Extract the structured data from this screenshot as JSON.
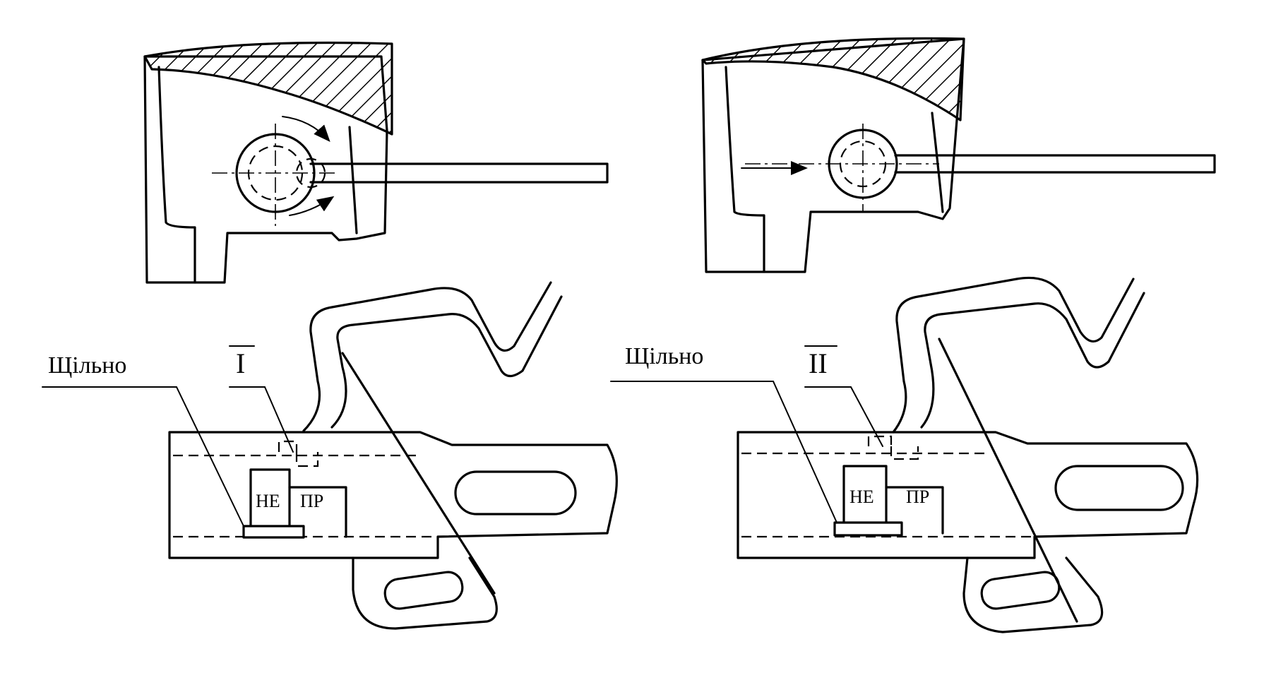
{
  "left": {
    "callout": "Щільно",
    "view": "I",
    "block_left": "НЕ",
    "block_right": "ПР"
  },
  "right": {
    "callout": "Щільно",
    "view": "II",
    "block_left": "НЕ",
    "block_right": "ПР"
  },
  "colors": {
    "ink": "#000000",
    "paper": "#ffffff"
  }
}
